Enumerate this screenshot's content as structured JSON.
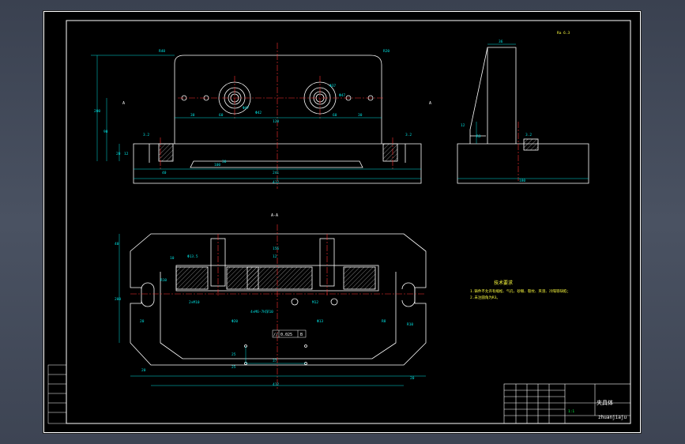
{
  "title_block": {
    "name": "夹具体",
    "drawing_no": "zhuanjiaju",
    "scale": "1:1"
  },
  "roughness_note": "Ra 6.3",
  "section_label": "A-A",
  "section_mark": "A",
  "tech_requirements": {
    "title": "技术要求",
    "items": [
      "1.铸件不允许有缩松、气孔、砂眼、裂纹、夹渣、冷隔等缺陷；",
      "2.未注圆角为R3。"
    ]
  },
  "dimensions": {
    "front": [
      "R40",
      "R20",
      "30",
      "60",
      "120",
      "60",
      "30",
      "Φ47",
      "Φ42",
      "Φ37",
      "Φ47",
      "200",
      "90",
      "100",
      "20",
      "30",
      "12",
      "241",
      "412",
      "40",
      "3.2",
      "3.2"
    ],
    "side": [
      "36",
      "12",
      "R3",
      "180",
      "3.2"
    ],
    "plan": [
      "40",
      "10",
      "Φ13.5",
      "156",
      "12",
      "R10",
      "2×M10",
      "4×M6-7H深10",
      "M12",
      "Φ20",
      "Φ13",
      "0.025",
      "R8",
      "20",
      "R10",
      "200",
      "25",
      "37",
      "25",
      "20",
      "20",
      "412"
    ],
    "tolerance_box": [
      "//",
      "0.025",
      "B"
    ]
  }
}
